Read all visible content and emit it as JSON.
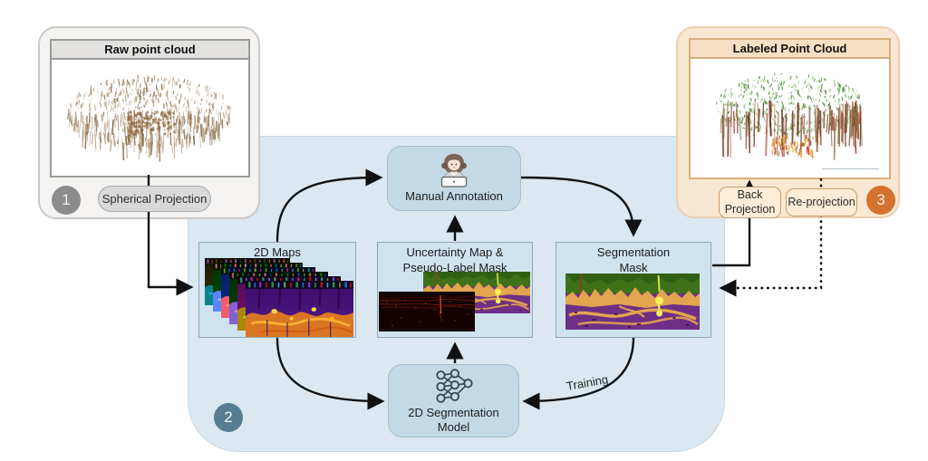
{
  "figure": {
    "type": "workflow-diagram",
    "description": "Point cloud semi-automatic labeling pipeline with spherical projection, 2D segmentation and back projection"
  },
  "raw_panel": {
    "title": "Raw point cloud",
    "badge": "1",
    "projection_label": "Spherical Projection"
  },
  "labeled_panel": {
    "title": "Labeled Point Cloud",
    "badge": "3",
    "back_projection_line1": "Back",
    "back_projection_line2": "Projection",
    "reprojection_label": "Re-projection"
  },
  "pipeline": {
    "badge": "2",
    "manual_annotation_label": "Manual Annotation",
    "maps_title": "2D Maps",
    "uncertainty_title_line1": "Uncertainty Map &",
    "uncertainty_title_line2": "Pseudo-Label Mask",
    "segmentation_title_line1": "Segmentation",
    "segmentation_title_line2": "Mask",
    "model_label_line1": "2D Segmentation",
    "model_label_line2": "Model",
    "training_label": "Training"
  },
  "icons": [
    "annotator-at-laptop-icon",
    "neural-network-icon"
  ],
  "colors": {
    "container_bg": "#dbe8f1",
    "node_box_bg": "#c3dae6",
    "inner_box_bg": "#cfe3ef",
    "raw_panel_bg": "#f4f3f1",
    "raw_header_bg": "#e2e1df",
    "labeled_panel_bg": "#f8e7d2",
    "labeled_header_bg": "#f6dfc2",
    "spherical_pill_bg": "#d9d9d9",
    "peach_pill_bg": "#fcecd8",
    "badge1_bg": "#8c8c8c",
    "badge2_bg": "#557f90",
    "badge3_bg": "#d4722e",
    "arrow_color": "#111111",
    "mask_green": "#3f7119",
    "mask_orange": "#e2a44f",
    "mask_purple": "#6e2f85",
    "raw_points_brown": "#8f6b42",
    "labeled_points_green": "#3e8a27"
  }
}
